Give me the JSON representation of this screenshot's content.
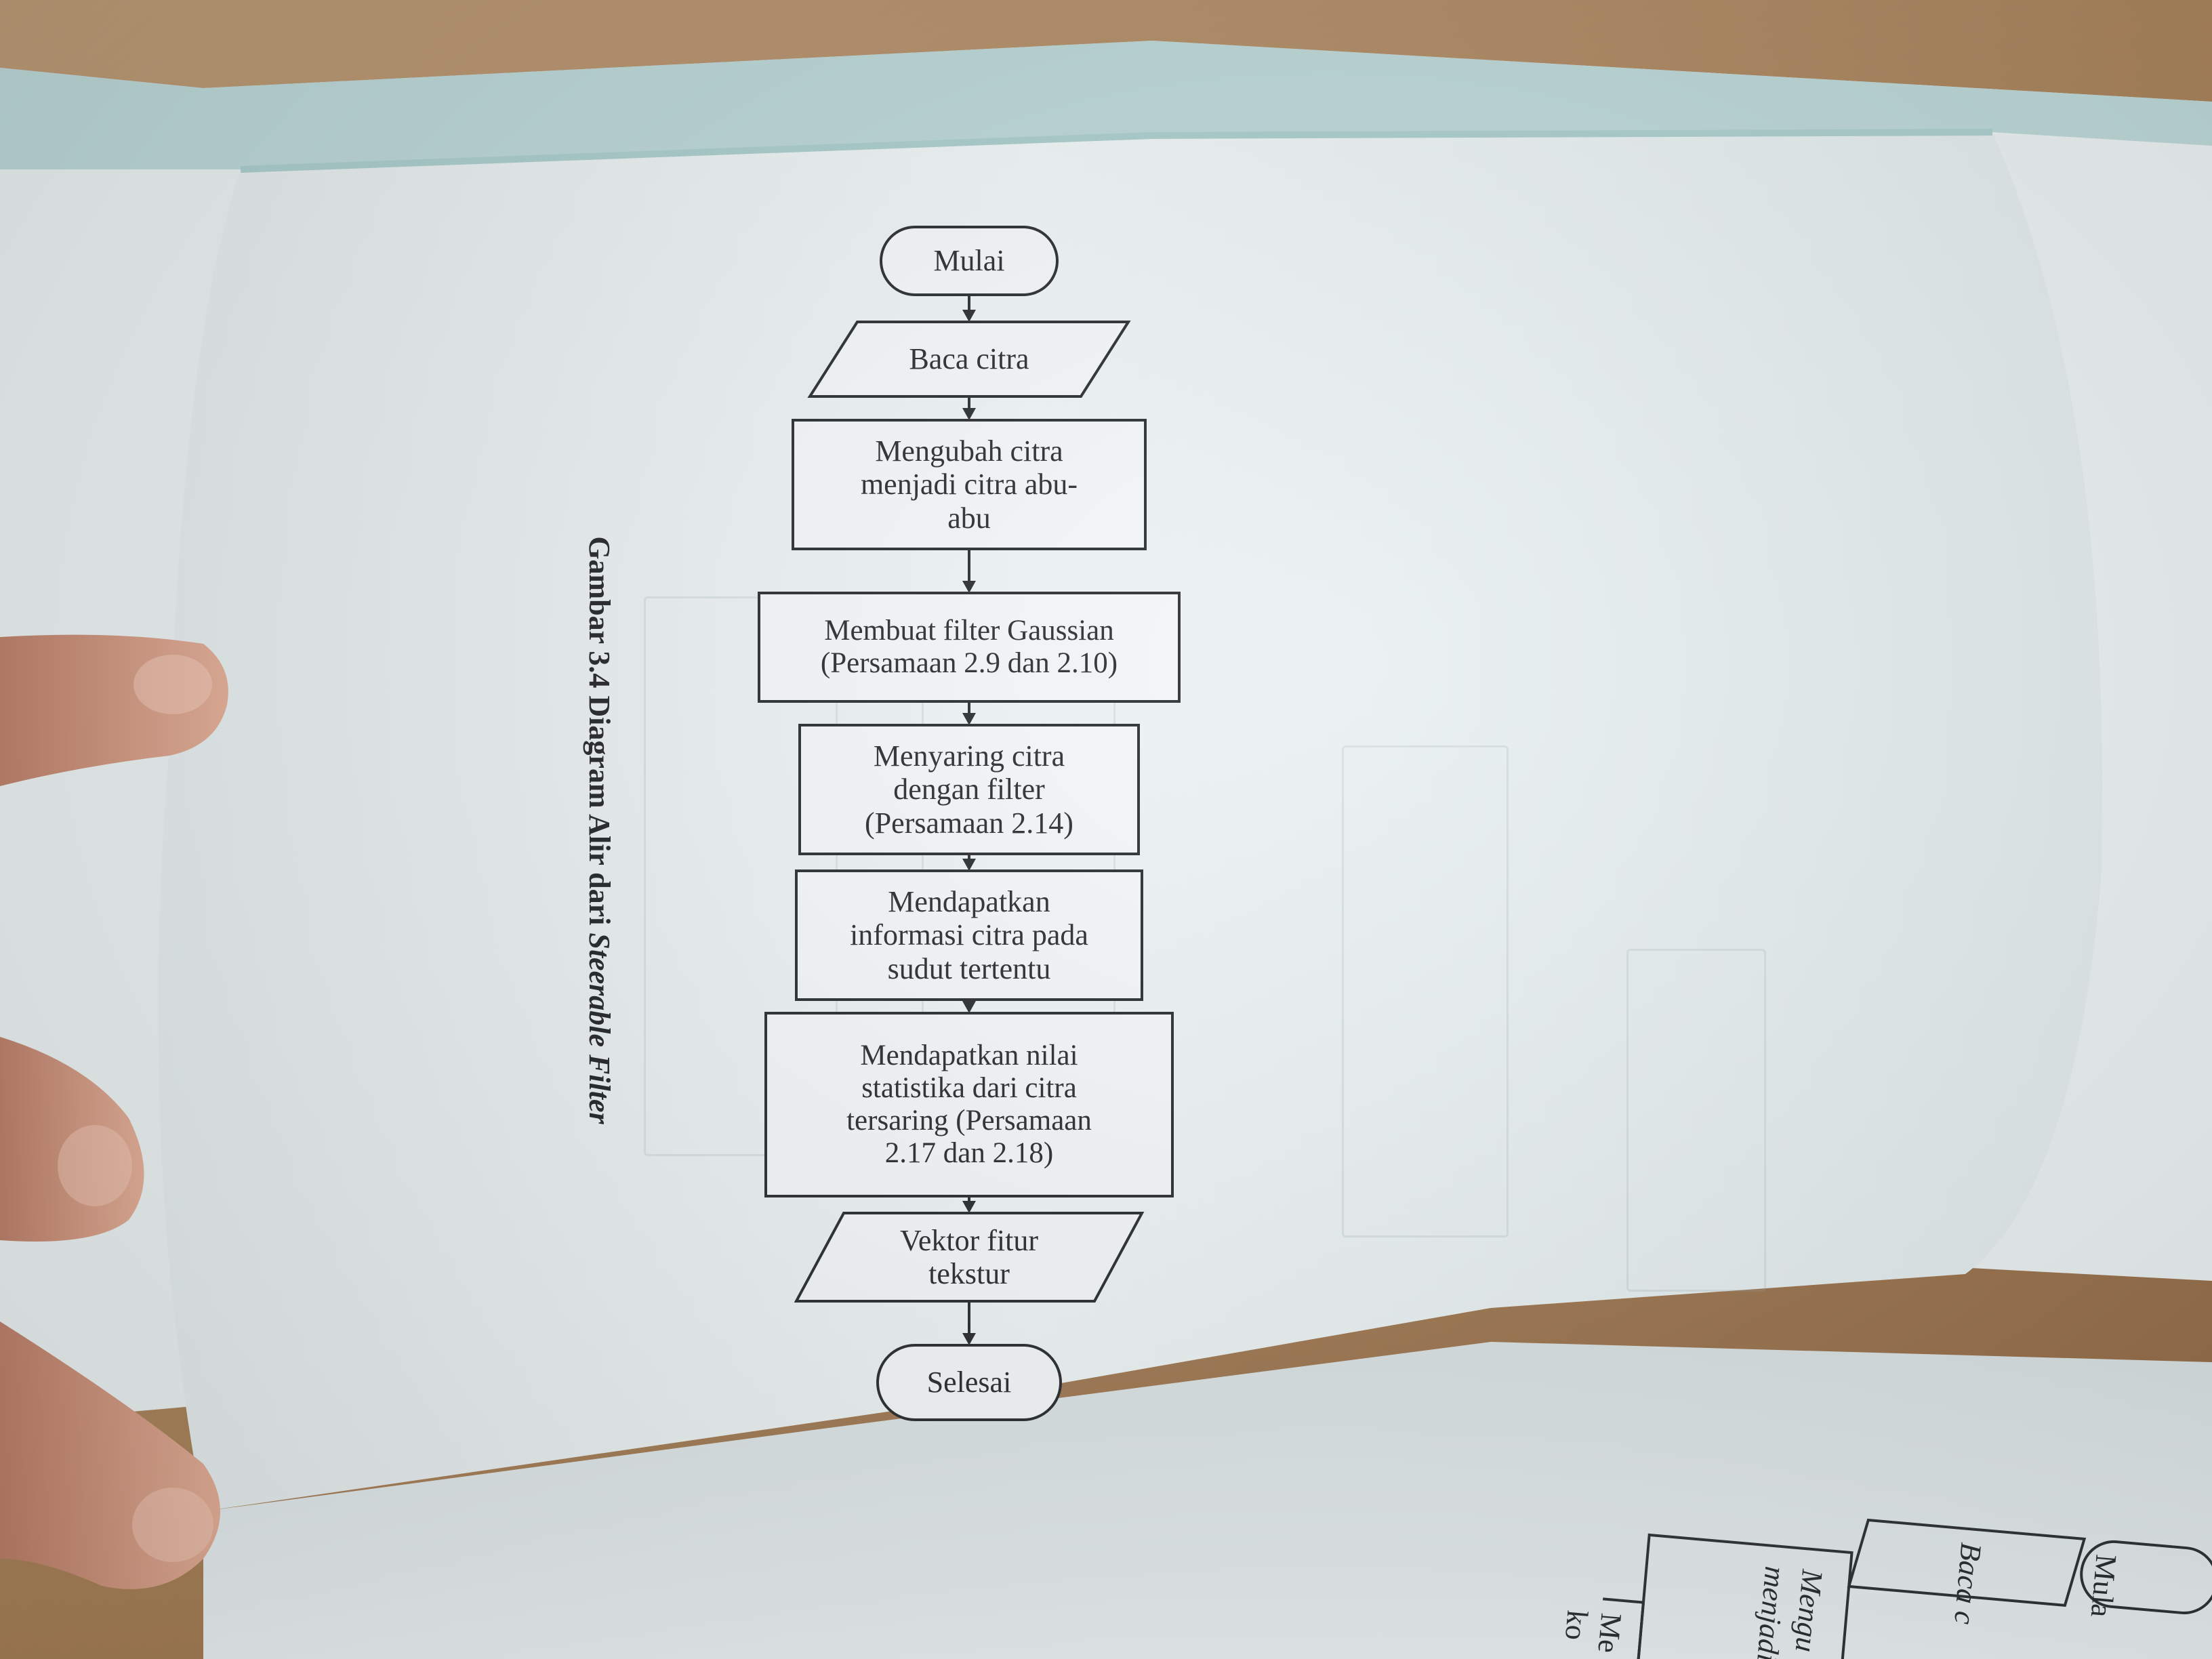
{
  "flowchart": {
    "nodes": [
      {
        "id": "start",
        "shape": "terminator",
        "label": "Mulai"
      },
      {
        "id": "read",
        "shape": "data",
        "label": "Baca citra"
      },
      {
        "id": "gray",
        "shape": "process",
        "label": "Mengubah citra\nmenjadi citra abu-\nabu"
      },
      {
        "id": "gauss",
        "shape": "process",
        "label": "Membuat filter Gaussian\n(Persamaan 2.9 dan 2.10)"
      },
      {
        "id": "filt",
        "shape": "process",
        "label": "Menyaring citra\ndengan filter\n(Persamaan 2.14)"
      },
      {
        "id": "angle",
        "shape": "process",
        "label": "Mendapatkan\ninformasi citra pada\nsudut tertentu"
      },
      {
        "id": "stats",
        "shape": "process",
        "label": "Mendapatkan nilai\nstatistika dari citra\ntersaring (Persamaan\n2.17 dan 2.18)"
      },
      {
        "id": "vec",
        "shape": "data",
        "label": "Vektor fitur\ntekstur"
      },
      {
        "id": "end",
        "shape": "terminator",
        "label": "Selesai"
      }
    ],
    "edges": [
      {
        "from": "start",
        "to": "read"
      },
      {
        "from": "read",
        "to": "gray"
      },
      {
        "from": "gray",
        "to": "gauss"
      },
      {
        "from": "gauss",
        "to": "filt"
      },
      {
        "from": "filt",
        "to": "angle"
      },
      {
        "from": "angle",
        "to": "stats"
      },
      {
        "from": "stats",
        "to": "vec"
      },
      {
        "from": "vec",
        "to": "end"
      }
    ],
    "caption": {
      "prefix": "Gambar 3.4 Diagram Alir dari ",
      "emphasis": "Steerable Filter"
    }
  },
  "next_page": {
    "visible_text": [
      "Mula",
      "Baca c",
      "Mengu",
      "menjadi",
      "Me",
      "ko"
    ]
  },
  "colors": {
    "table": "#b08a62",
    "page": "#eef3f3",
    "page_edge": "#9fc7c7",
    "ink": "#262a2c",
    "skin": "#d9a58f"
  }
}
